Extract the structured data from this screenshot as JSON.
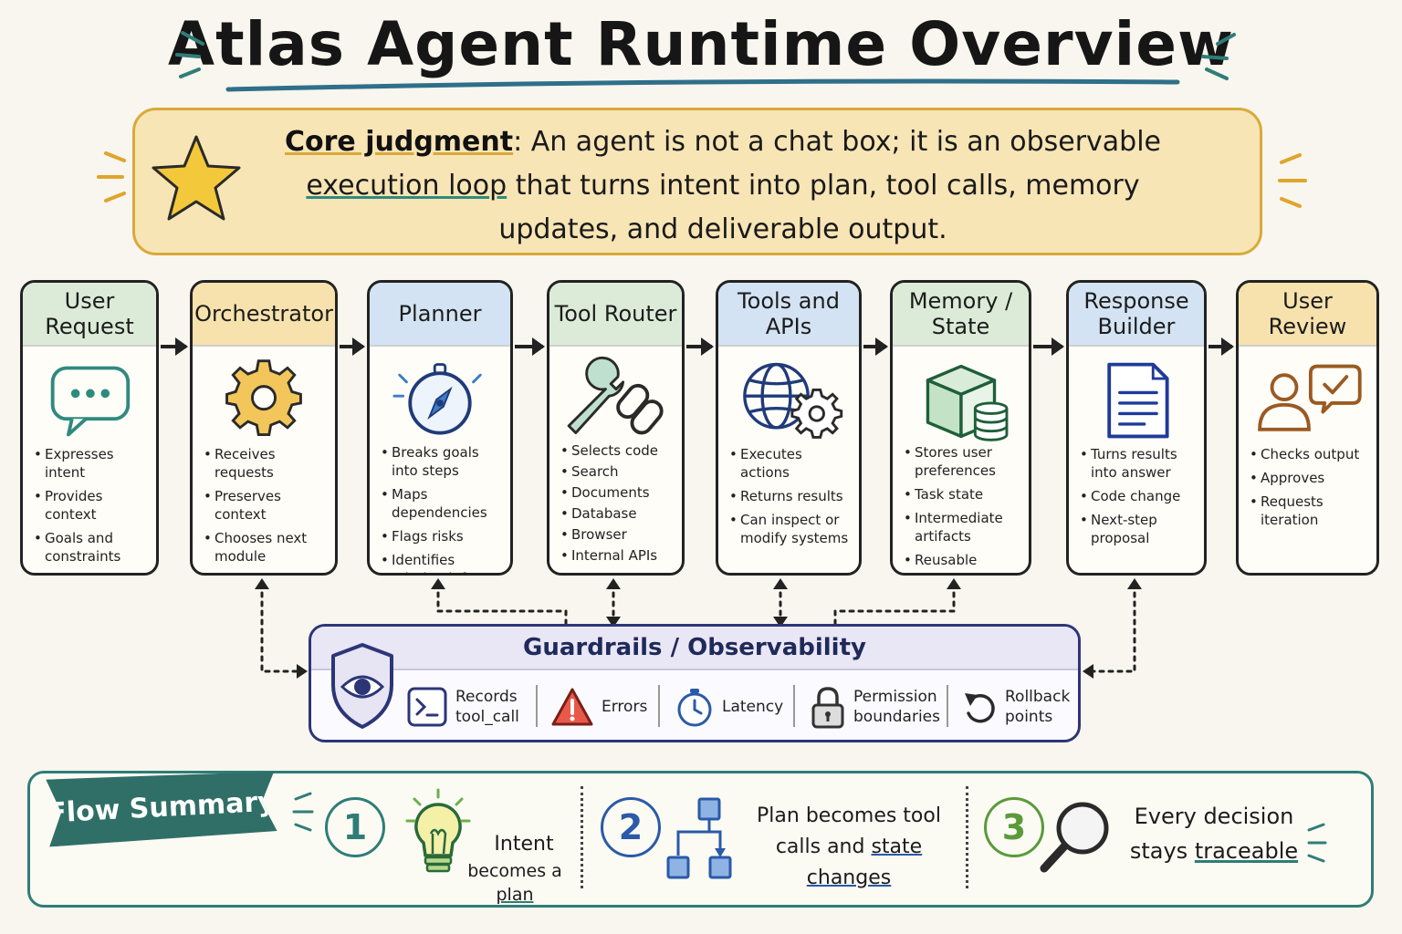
{
  "title": "Atlas Agent Runtime Overview",
  "banner": {
    "lead": "Core judgment",
    "t1": ": An agent is not a chat box; it is an observable",
    "hl": "execution loop",
    "t2": " that turns intent into plan, tool calls, memory",
    "t3": "updates, and deliverable output."
  },
  "colors": {
    "green": "#dcebd8",
    "yellow": "#f7e2ad",
    "blue": "#d3e3f3",
    "ink": "#222222",
    "teal": "#2f7d77",
    "navy": "#2c3677"
  },
  "stages": [
    {
      "title": "User Request",
      "icon": "chat-bubble-icon",
      "items": [
        "Expresses intent",
        "Provides context",
        "Goals and constraints"
      ]
    },
    {
      "title": "Orchestrator",
      "icon": "gear-icon",
      "items": [
        "Receives requests",
        "Preserves context",
        "Chooses next module"
      ]
    },
    {
      "title": "Planner",
      "icon": "compass-icon",
      "items": [
        "Breaks goals into steps",
        "Maps dependencies",
        "Flags risks",
        "Identifies missing info"
      ]
    },
    {
      "title": "Tool Router",
      "icon": "wrench-link-icon",
      "items": [
        "Selects code",
        "Search",
        "Documents",
        "Database",
        "Browser",
        "Internal APIs"
      ]
    },
    {
      "title": "Tools and APIs",
      "icon": "globe-gear-icon",
      "items": [
        "Executes actions",
        "Returns results",
        "Can inspect or modify systems"
      ]
    },
    {
      "title": "Memory / State",
      "icon": "cube-database-icon",
      "items": [
        "Stores user preferences",
        "Task state",
        "Intermediate artifacts",
        "Reusable context"
      ]
    },
    {
      "title": "Response Builder",
      "icon": "document-icon",
      "items": [
        "Turns results into answer",
        "Code change",
        "Next-step proposal"
      ]
    },
    {
      "title": "User Review",
      "icon": "user-check-icon",
      "items": [
        "Checks output",
        "Approves",
        "Requests iteration"
      ]
    }
  ],
  "guardrails": {
    "title": "Guardrails / Observability",
    "items": [
      {
        "label": "Records tool_call",
        "icon": "terminal-icon"
      },
      {
        "label": "Errors",
        "icon": "warning-icon"
      },
      {
        "label": "Latency",
        "icon": "stopwatch-icon"
      },
      {
        "label": "Permission boundaries",
        "icon": "lock-icon"
      },
      {
        "label": "Rollback points",
        "icon": "rollback-icon"
      }
    ]
  },
  "summary": {
    "title": "Flow Summary",
    "steps": [
      {
        "num": "1",
        "line1": "Intent",
        "line2a": "becomes a ",
        "line2b": "plan"
      },
      {
        "num": "2",
        "line1": "Plan becomes tool",
        "line2a": "calls and ",
        "line2b": "state changes"
      },
      {
        "num": "3",
        "line1": "Every decision",
        "line2a": "stays ",
        "line2b": "traceable"
      }
    ]
  }
}
